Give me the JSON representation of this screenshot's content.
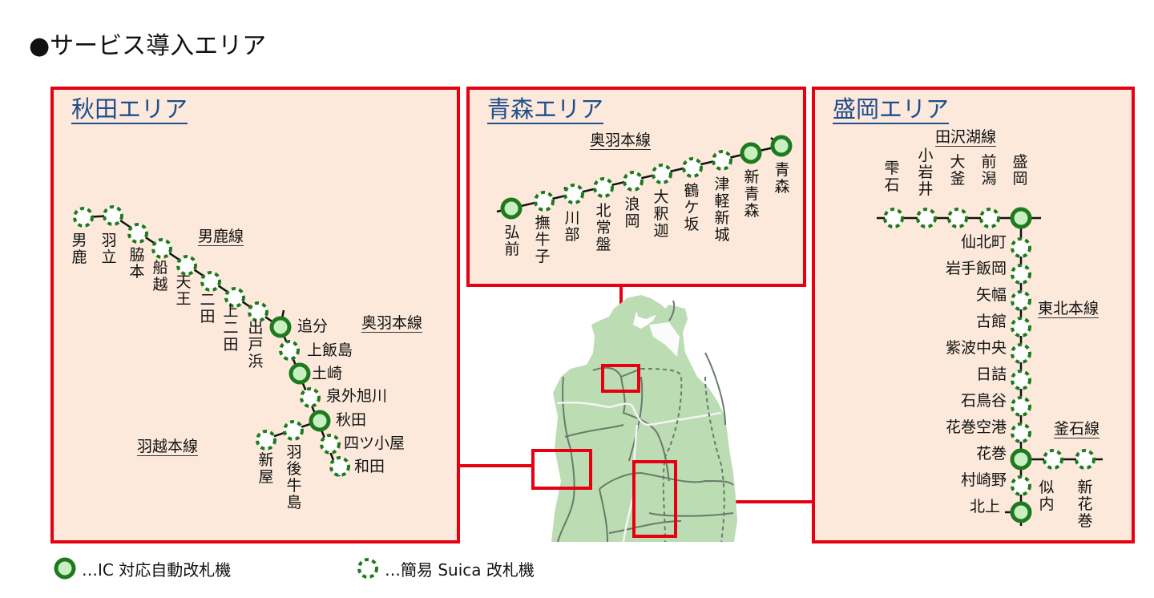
{
  "page": {
    "title": "●サービス導入エリア"
  },
  "colors": {
    "panel_border": "#e60012",
    "panel_bg": "#fce9db",
    "title_blue": "#1f4e8c",
    "station_green": "#1e7a1e",
    "station_fill": "#c8efc0",
    "map_land": "#bcdcb4"
  },
  "areas": {
    "akita": {
      "title": "秋田エリア",
      "lines": {
        "oga": "男鹿線",
        "ou": "奥羽本線",
        "uetsu": "羽越本線"
      },
      "stations_oga": [
        {
          "name": "男鹿",
          "type": "simple"
        },
        {
          "name": "羽立",
          "type": "simple"
        },
        {
          "name": "脇本",
          "type": "simple"
        },
        {
          "name": "船越",
          "type": "simple"
        },
        {
          "name": "天王",
          "type": "simple"
        },
        {
          "name": "二田",
          "type": "simple"
        },
        {
          "name": "上二田",
          "type": "simple"
        },
        {
          "name": "出戸浜",
          "type": "simple"
        }
      ],
      "stations_ou": [
        {
          "name": "追分",
          "type": "ic"
        },
        {
          "name": "上飯島",
          "type": "simple"
        },
        {
          "name": "土崎",
          "type": "ic"
        },
        {
          "name": "泉外旭川",
          "type": "simple"
        },
        {
          "name": "秋田",
          "type": "ic"
        },
        {
          "name": "四ツ小屋",
          "type": "simple"
        },
        {
          "name": "和田",
          "type": "simple"
        }
      ],
      "stations_uetsu": [
        {
          "name": "羽後牛島",
          "type": "simple"
        },
        {
          "name": "新屋",
          "type": "simple"
        }
      ]
    },
    "aomori": {
      "title": "青森エリア",
      "lines": {
        "ou": "奥羽本線"
      },
      "stations": [
        {
          "name": "弘前",
          "type": "ic"
        },
        {
          "name": "撫牛子",
          "type": "simple"
        },
        {
          "name": "川部",
          "type": "simple"
        },
        {
          "name": "北常盤",
          "type": "simple"
        },
        {
          "name": "浪岡",
          "type": "simple"
        },
        {
          "name": "大釈迦",
          "type": "simple"
        },
        {
          "name": "鶴ケ坂",
          "type": "simple"
        },
        {
          "name": "津軽新城",
          "type": "simple"
        },
        {
          "name": "新青森",
          "type": "ic"
        },
        {
          "name": "青森",
          "type": "ic"
        }
      ]
    },
    "morioka": {
      "title": "盛岡エリア",
      "lines": {
        "tazawako": "田沢湖線",
        "tohoku": "東北本線",
        "kamaishi": "釜石線"
      },
      "stations_tazawako": [
        {
          "name": "雫石",
          "type": "simple"
        },
        {
          "name": "小岩井",
          "type": "simple"
        },
        {
          "name": "大釜",
          "type": "simple"
        },
        {
          "name": "前潟",
          "type": "simple"
        },
        {
          "name": "盛岡",
          "type": "ic"
        }
      ],
      "stations_tohoku": [
        {
          "name": "仙北町",
          "type": "simple"
        },
        {
          "name": "岩手飯岡",
          "type": "simple"
        },
        {
          "name": "矢幅",
          "type": "simple"
        },
        {
          "name": "古館",
          "type": "simple"
        },
        {
          "name": "紫波中央",
          "type": "simple"
        },
        {
          "name": "日詰",
          "type": "simple"
        },
        {
          "name": "石鳥谷",
          "type": "simple"
        },
        {
          "name": "花巻空港",
          "type": "simple"
        },
        {
          "name": "花巻",
          "type": "ic"
        },
        {
          "name": "村崎野",
          "type": "simple"
        },
        {
          "name": "北上",
          "type": "ic"
        }
      ],
      "stations_kamaishi": [
        {
          "name": "似内",
          "type": "simple"
        },
        {
          "name": "新花巻",
          "type": "simple"
        }
      ]
    }
  },
  "legend": {
    "ic": {
      "icon": "ic-gate-icon",
      "label": "…IC 対応自動改札機"
    },
    "simple": {
      "icon": "simple-suica-gate-icon",
      "label": "…簡易 Suica 改札機"
    }
  }
}
